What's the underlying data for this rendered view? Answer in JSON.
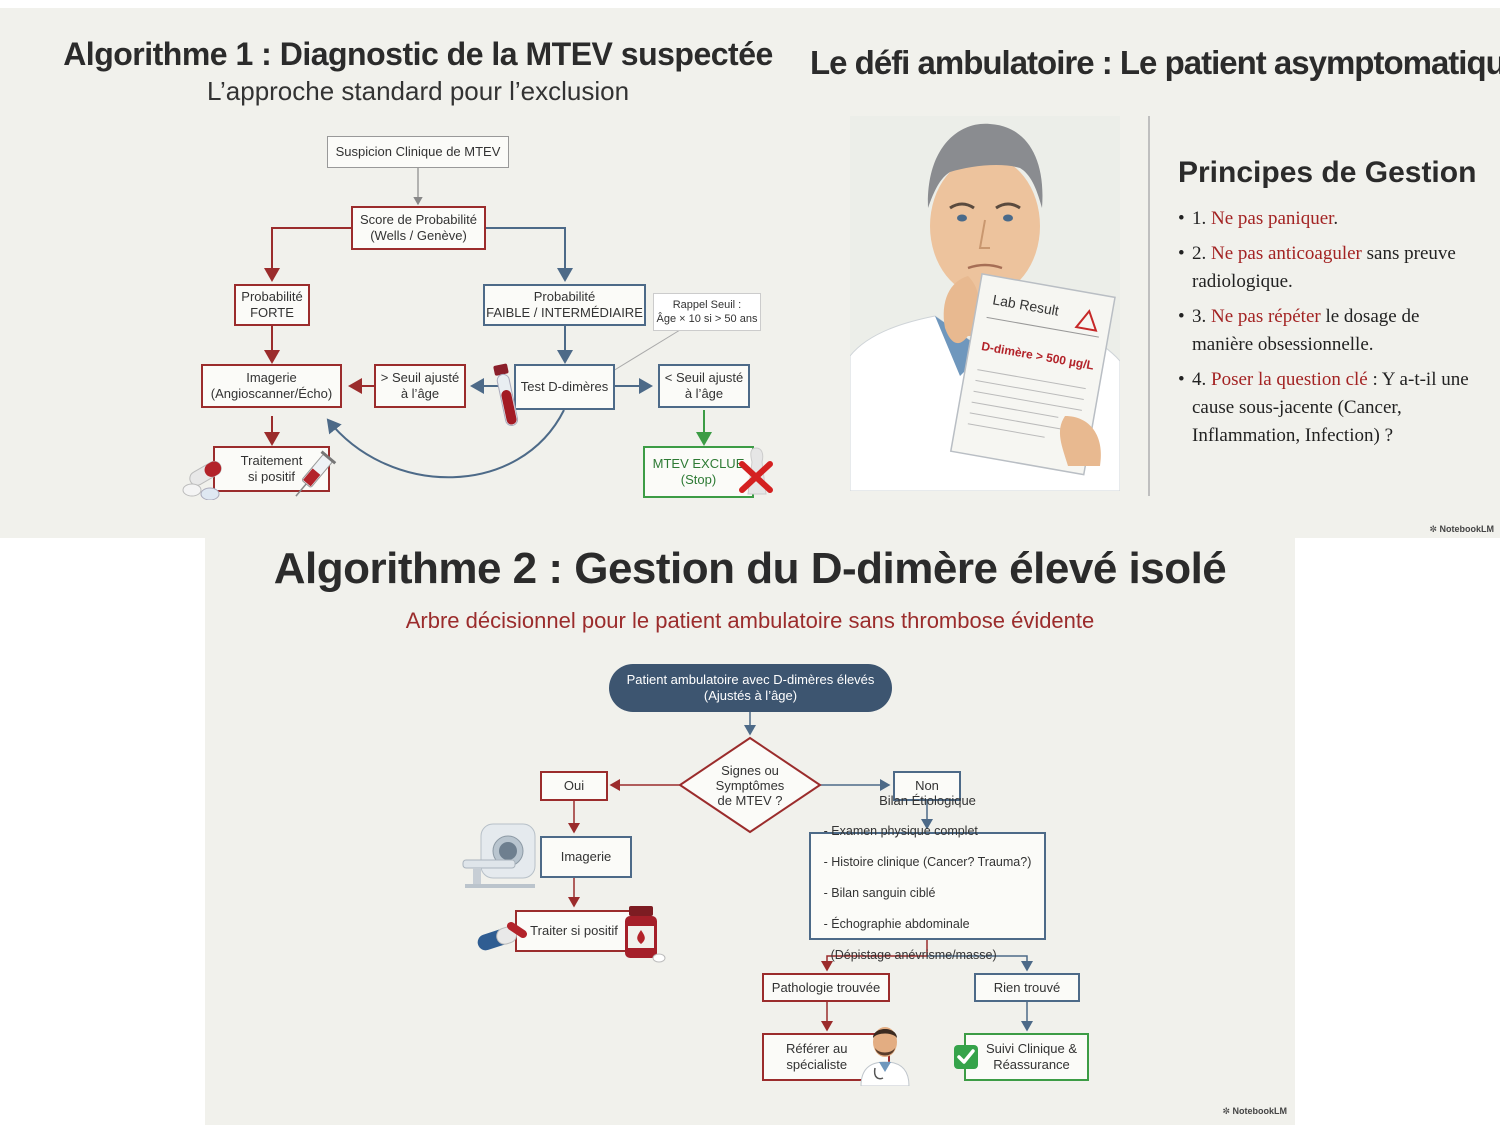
{
  "brand": "NotebookLM",
  "colors": {
    "red": "#9b2c2c",
    "blue": "#4d6a88",
    "green": "#3c9c45",
    "dark_pill": "#3d5570",
    "background": "#f1f1ec"
  },
  "algo1": {
    "title": "Algorithme 1 : Diagnostic de la MTEV suspectée",
    "subtitle": "L’approche standard pour l’exclusion",
    "nodes": {
      "suspicion": "Suspicion Clinique de MTEV",
      "score": "Score de Probabilité\n(Wells / Genève)",
      "forte": "Probabilité\nFORTE",
      "faible": "Probabilité\nFAIBLE / INTERMÉDIAIRE",
      "rappel": "Rappel Seuil :\nÂge × 10 si > 50 ans",
      "imagerie": "Imagerie\n(Angioscanner/Écho)",
      "seuil_sup": "> Seuil ajusté\nà l’âge",
      "test": "Test D-dimères",
      "seuil_inf": "< Seuil ajusté\nà l’âge",
      "traitement": "Traitement\nsi positif",
      "exclue": "MTEV EXCLUE\n(Stop)"
    },
    "icons": [
      "blood-tube-icon",
      "pills-icon",
      "syringe-icon",
      "red-x-icon"
    ]
  },
  "challenge": {
    "title": "Le défi ambulatoire : Le patient asymptomatique",
    "lab_sheet": {
      "header": "Lab Result",
      "value": "D-dimère > 500 µg/L"
    },
    "principles_title": "Principes de Gestion",
    "principles": [
      {
        "num": "1.",
        "hl": "Ne pas paniquer",
        "rest": "."
      },
      {
        "num": "2.",
        "hl": "Ne pas anticoaguler",
        "rest": " sans preuve radiologique."
      },
      {
        "num": "3.",
        "hl": "Ne pas répéter",
        "rest": " le dosage de manière obsessionnelle."
      },
      {
        "num": "4.",
        "hl": "Poser la question clé",
        "rest": " : Y a-t-il une cause sous-jacente (Cancer, Inflammation, Infection) ?"
      }
    ]
  },
  "algo2": {
    "title": "Algorithme 2 : Gestion du D-dimère élevé isolé",
    "subtitle": "Arbre décisionnel pour le patient ambulatoire sans thrombose évidente",
    "nodes": {
      "start": "Patient ambulatoire avec D-dimères élevés\n(Ajustés à l’âge)",
      "question": "Signes ou\nSymptômes\nde MTEV ?",
      "oui": "Oui",
      "non": "Non",
      "imagerie": "Imagerie",
      "traiter": "Traiter si positif",
      "bilan_title": "Bilan Étiologique",
      "bilan_items": [
        "- Examen physique complet",
        "- Histoire clinique (Cancer? Trauma?)",
        "- Bilan sanguin ciblé",
        "- Échographie abdominale",
        "  (Dépistage anévrisme/masse)"
      ],
      "pathologie": "Pathologie trouvée",
      "rien": "Rien trouvé",
      "referer": "Référer au\nspécialiste",
      "suivi": "Suivi Clinique &\nRéassurance"
    },
    "icons": [
      "ct-scanner-icon",
      "medicine-bottle-icon",
      "doctor-icon",
      "green-check-icon"
    ]
  }
}
